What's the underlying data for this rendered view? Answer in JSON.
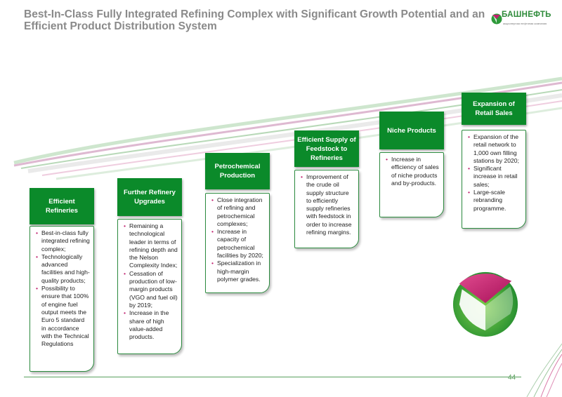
{
  "title": "Best-In-Class Fully Integrated Refining Complex with Significant Growth Potential and an Efficient Product Distribution System",
  "logo": {
    "name": "БАШНЕФТЬ",
    "icon": "bashneft-logo-icon",
    "accent": "#0b8a2a",
    "magenta": "#c0206e"
  },
  "steps": [
    {
      "header": "Efficient Refineries",
      "bullets": [
        "Best-in-class fully integrated refining complex;",
        "Technologically advanced facilities and high-quality products;",
        "Possibility to ensure that 100% of engine fuel output meets the Euro 5 standard in accordance with the Technical Regulations"
      ]
    },
    {
      "header": "Further Refinery Upgrades",
      "bullets": [
        "Remaining a technological leader in terms of refining depth and the Nelson Complexity Index;",
        "Cessation of production of low-margin products (VGO and fuel oil) by 2019;",
        "Increase in the share of high value-added products."
      ]
    },
    {
      "header": "Petrochemical Production",
      "bullets": [
        "Close integration of refining and petrochemical complexes;",
        "Increase in capacity of petrochemical facilities by 2020;",
        "Specialization in high-margin polymer grades."
      ]
    },
    {
      "header": "Efficient Supply of Feedstock to Refineries",
      "bullets": [
        "Improvement of the crude oil supply structure to efficiently supply refineries with feedstock in order to increase refining margins."
      ]
    },
    {
      "header": "Niche Products",
      "bullets": [
        "Increase in efficiency of sales of niche products and by-products."
      ]
    },
    {
      "header": "Expansion of Retail Sales",
      "bullets": [
        "Expansion of the retail network to 1,000 own filling stations by 2020;",
        "Significant increase in retail sales;",
        "Large-scale rebranding programme."
      ]
    }
  ],
  "page_number": "44"
}
